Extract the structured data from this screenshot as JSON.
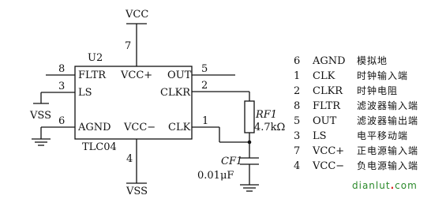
{
  "chip": {
    "ref": "U2",
    "part": "TLC04",
    "pins": {
      "fltr": {
        "num": "8",
        "label": "FLTR"
      },
      "ls": {
        "num": "3",
        "label": "LS"
      },
      "agnd": {
        "num": "6",
        "label": "AGND"
      },
      "vccp": {
        "num": "7",
        "label": "VCC+"
      },
      "vccm": {
        "num": "4",
        "label": "VCC−"
      },
      "out": {
        "num": "5",
        "label": "OUT"
      },
      "clkr": {
        "num": "2",
        "label": "CLKR"
      },
      "clk": {
        "num": "1",
        "label": "CLK"
      }
    }
  },
  "supplies": {
    "vcc_top": "VCC",
    "vss_left": "VSS",
    "vss_bottom": "VSS"
  },
  "rf1": {
    "ref": "RF1",
    "value": "4.7kΩ"
  },
  "cf1": {
    "ref": "CF1",
    "value": "0.01μF"
  },
  "pin_table": [
    {
      "num": "6",
      "signal": "AGND",
      "desc": "模拟地"
    },
    {
      "num": "1",
      "signal": "CLK",
      "desc": "时钟输入端"
    },
    {
      "num": "2",
      "signal": "CLKR",
      "desc": "时钟电阻"
    },
    {
      "num": "8",
      "signal": "FLTR",
      "desc": "滤波器输入端"
    },
    {
      "num": "5",
      "signal": "OUT",
      "desc": "滤波器输出端"
    },
    {
      "num": "3",
      "signal": "LS",
      "desc": "电平移动端"
    },
    {
      "num": "7",
      "signal": "VCC+",
      "desc": "正电源输入端"
    },
    {
      "num": "4",
      "signal": "VCC−",
      "desc": "负电源输入端"
    }
  ],
  "watermark": {
    "text": "dianlut",
    "dot": ".",
    "suffix": "com"
  }
}
